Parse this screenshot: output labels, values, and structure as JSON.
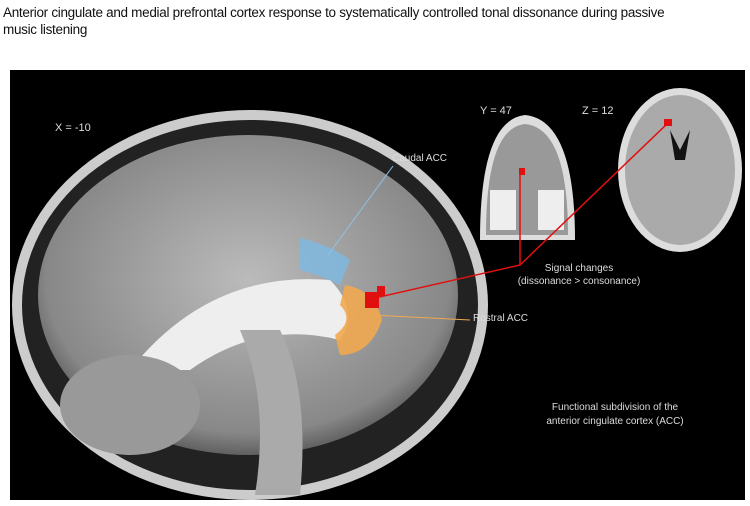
{
  "title": "Anterior cingulate and medial prefrontal cortex response to systematically controlled tonal dissonance during passive music listening",
  "figure": {
    "sagittal_label": "X = -10",
    "coronal_label": "Y = 47",
    "axial_label": "Z = 12",
    "caudal_acc_label": "Caudal ACC",
    "rostral_acc_label": "Rostral ACC",
    "signal_line1": "Signal changes",
    "signal_line2": "(dissonance > consonance)",
    "caption_line1": "Functional subdivision of the",
    "caption_line2": "anterior cingulate cortex (ACC)",
    "colors": {
      "caudal": "#7fb8e0",
      "rostral": "#f0a850",
      "activation": "#e01010"
    }
  }
}
